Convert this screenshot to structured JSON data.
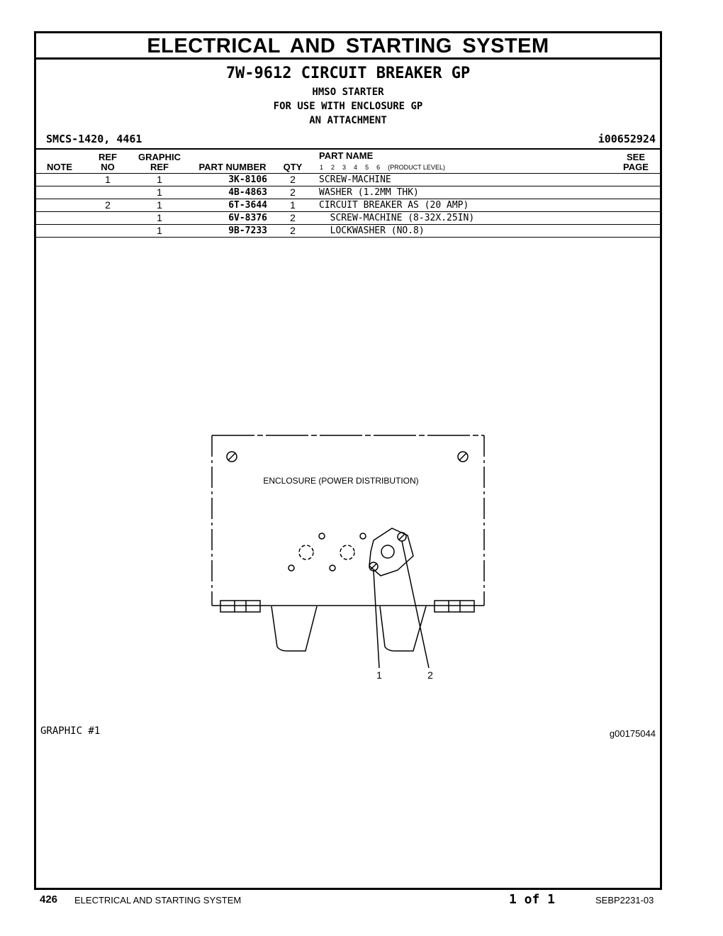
{
  "section_title": "ELECTRICAL AND STARTING SYSTEM",
  "group": {
    "title": "7W-9612 CIRCUIT BREAKER GP",
    "lines": [
      "HMSO STARTER",
      "FOR USE WITH ENCLOSURE GP",
      "AN ATTACHMENT"
    ]
  },
  "smcs": "SMCS-1420, 4461",
  "illustration_id": "i00652924",
  "columns": {
    "note": "NOTE",
    "ref_top": "REF",
    "ref_bottom": "NO",
    "graphic_top": "GRAPHIC",
    "graphic_bottom": "REF",
    "part_number": "PART NUMBER",
    "qty": "QTY",
    "part_name": "PART NAME",
    "levels": [
      "1",
      "2",
      "3",
      "4",
      "5",
      "6",
      "(PRODUCT LEVEL)"
    ],
    "see_top": "SEE",
    "see_bottom": "PAGE"
  },
  "parts": [
    {
      "ref": "1",
      "graphic": "1",
      "part_number": "3K-8106",
      "qty": "2",
      "name": "SCREW-MACHINE"
    },
    {
      "ref": "",
      "graphic": "1",
      "part_number": "4B-4863",
      "qty": "2",
      "name": "WASHER (1.2MM THK)"
    },
    {
      "ref": "2",
      "graphic": "1",
      "part_number": "6T-3644",
      "qty": "1",
      "name": "CIRCUIT BREAKER AS (20 AMP)"
    },
    {
      "ref": "",
      "graphic": "1",
      "part_number": "6V-8376",
      "qty": "2",
      "name": "  SCREW-MACHINE (8-32X.25IN)"
    },
    {
      "ref": "",
      "graphic": "1",
      "part_number": "9B-7233",
      "qty": "2",
      "name": "  LOCKWASHER (NO.8)"
    }
  ],
  "graphic": {
    "label": "ENCLOSURE (POWER DISTRIBUTION)",
    "callout_1": "1",
    "callout_2": "2",
    "caption": "GRAPHIC #1",
    "graphic_id": "g00175044"
  },
  "footer": {
    "page_number": "426",
    "system": "ELECTRICAL AND STARTING SYSTEM",
    "page_of": "1 of 1",
    "doc_number": "SEBP2231-03"
  }
}
